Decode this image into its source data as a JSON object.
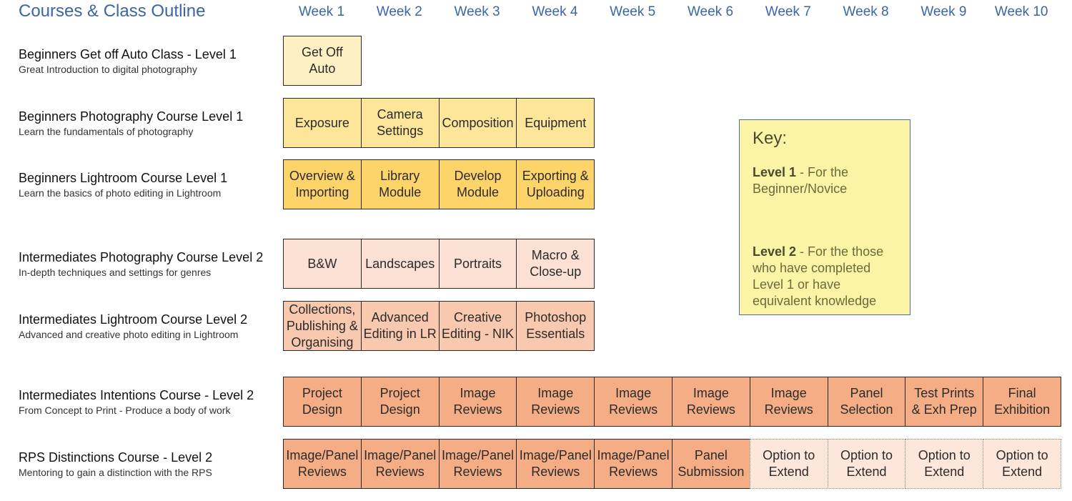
{
  "title": "Courses & Class Outline",
  "weeks": [
    "Week 1",
    "Week 2",
    "Week 3",
    "Week 4",
    "Week 5",
    "Week 6",
    "Week 7",
    "Week 8",
    "Week 9",
    "Week 10"
  ],
  "courses": [
    {
      "name": "Beginners Get off Auto Class - Level 1",
      "desc": "Great Introduction to digital photography",
      "cells": [
        {
          "text": "Get Off\nAuto",
          "color": "#fdf0c2"
        }
      ]
    },
    {
      "name": "Beginners Photography Course Level 1",
      "desc": "Learn the fundamentals of photography",
      "cells": [
        {
          "text": "Exposure",
          "color": "#fde59a"
        },
        {
          "text": "Camera\nSettings",
          "color": "#fde59a"
        },
        {
          "text": "Composition",
          "color": "#fde59a"
        },
        {
          "text": "Equipment",
          "color": "#fde59a"
        }
      ]
    },
    {
      "name": "Beginners Lightroom Course Level 1",
      "desc": "Learn the basics of photo editing in Lightroom",
      "cells": [
        {
          "text": "Overview &\nImporting",
          "color": "#fdd46a"
        },
        {
          "text": "Library\nModule",
          "color": "#fdd46a"
        },
        {
          "text": "Develop\nModule",
          "color": "#fdd46a"
        },
        {
          "text": "Exporting &\nUploading",
          "color": "#fdd46a"
        }
      ]
    },
    {
      "name": "Intermediates Photography Course Level 2",
      "desc": "In-depth techniques and settings for genres",
      "cells": [
        {
          "text": "B&W",
          "color": "#fbe0d4"
        },
        {
          "text": "Landscapes",
          "color": "#fbe0d4"
        },
        {
          "text": "Portraits",
          "color": "#fbe0d4"
        },
        {
          "text": "Macro &\nClose-up",
          "color": "#fbe0d4"
        }
      ]
    },
    {
      "name": "Intermediates Lightroom Course Level 2",
      "desc": "Advanced and creative photo editing in Lightroom",
      "cells": [
        {
          "text": "Collections,\nPublishing &\nOrganising",
          "color": "#f8c9ae"
        },
        {
          "text": "Advanced\nEditing in LR",
          "color": "#f8c9ae"
        },
        {
          "text": "Creative\nEditing - NIK",
          "color": "#f8c9ae"
        },
        {
          "text": "Photoshop\nEssentials",
          "color": "#f8c9ae"
        }
      ]
    },
    {
      "name": "Intermediates Intentions Course - Level 2",
      "desc": "From Concept to Print - Produce a body of work",
      "cells": [
        {
          "text": "Project\nDesign",
          "color": "#f4ad84"
        },
        {
          "text": "Project\nDesign",
          "color": "#f4ad84"
        },
        {
          "text": "Image\nReviews",
          "color": "#f4ad84"
        },
        {
          "text": "Image\nReviews",
          "color": "#f4ad84"
        },
        {
          "text": "Image\nReviews",
          "color": "#f4ad84"
        },
        {
          "text": "Image\nReviews",
          "color": "#f4ad84"
        },
        {
          "text": "Image\nReviews",
          "color": "#f4ad84"
        },
        {
          "text": "Panel\nSelection",
          "color": "#f4ad84"
        },
        {
          "text": "Test Prints\n& Exh Prep",
          "color": "#f4ad84"
        },
        {
          "text": "Final\nExhibition",
          "color": "#f4ad84"
        }
      ]
    },
    {
      "name": "RPS Distinctions Course - Level 2",
      "desc": "Mentoring to gain a distinction with the RPS",
      "cells": [
        {
          "text": "Image/Panel\nReviews",
          "color": "#f4ad84"
        },
        {
          "text": "Image/Panel\nReviews",
          "color": "#f4ad84"
        },
        {
          "text": "Image/Panel\nReviews",
          "color": "#f4ad84"
        },
        {
          "text": "Image/Panel\nReviews",
          "color": "#f4ad84"
        },
        {
          "text": "Image/Panel\nReviews",
          "color": "#f4ad84"
        },
        {
          "text": "Panel\nSubmission",
          "color": "#f4ad84"
        },
        {
          "text": "Option to\nExtend",
          "color": "#fde6da",
          "style": "dotted"
        },
        {
          "text": "Option to\nExtend",
          "color": "#fde6da",
          "style": "dotted"
        },
        {
          "text": "Option to\nExtend",
          "color": "#fde6da",
          "style": "dotted"
        },
        {
          "text": "Option to\nExtend",
          "color": "#fde6da",
          "style": "dotted"
        }
      ]
    }
  ],
  "key": {
    "title": "Key:",
    "level1_label": "Level 1",
    "level1_text": " - For the Beginner/Novice",
    "level2_label": "Level 2",
    "level2_text": " - For the those who have completed Level 1 or have equivalent knowledge"
  }
}
